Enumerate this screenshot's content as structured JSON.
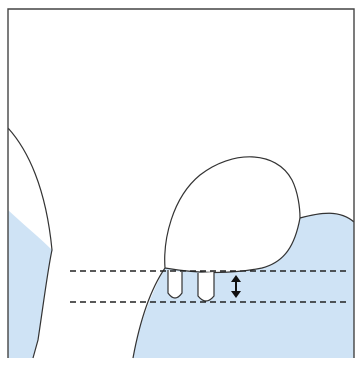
{
  "diagram": {
    "colors": {
      "background": "#ffffff",
      "fill": "#cfe3f5",
      "stroke": "#333333",
      "border": "#444444",
      "dash": "#222222"
    },
    "elements": [
      {
        "name": "border-frame",
        "kind": "frame"
      },
      {
        "name": "left-limb-outline",
        "kind": "outline"
      },
      {
        "name": "udder-body-outline",
        "kind": "outline"
      },
      {
        "name": "left-region-fill",
        "kind": "filled-region"
      },
      {
        "name": "udder-region-fill",
        "kind": "filled-region"
      },
      {
        "name": "teat-left",
        "kind": "teat"
      },
      {
        "name": "teat-right",
        "kind": "teat"
      },
      {
        "name": "dashed-line-upper",
        "kind": "reference-line"
      },
      {
        "name": "dashed-line-lower",
        "kind": "reference-line"
      },
      {
        "name": "double-arrow-icon",
        "kind": "measurement-arrow"
      }
    ]
  }
}
